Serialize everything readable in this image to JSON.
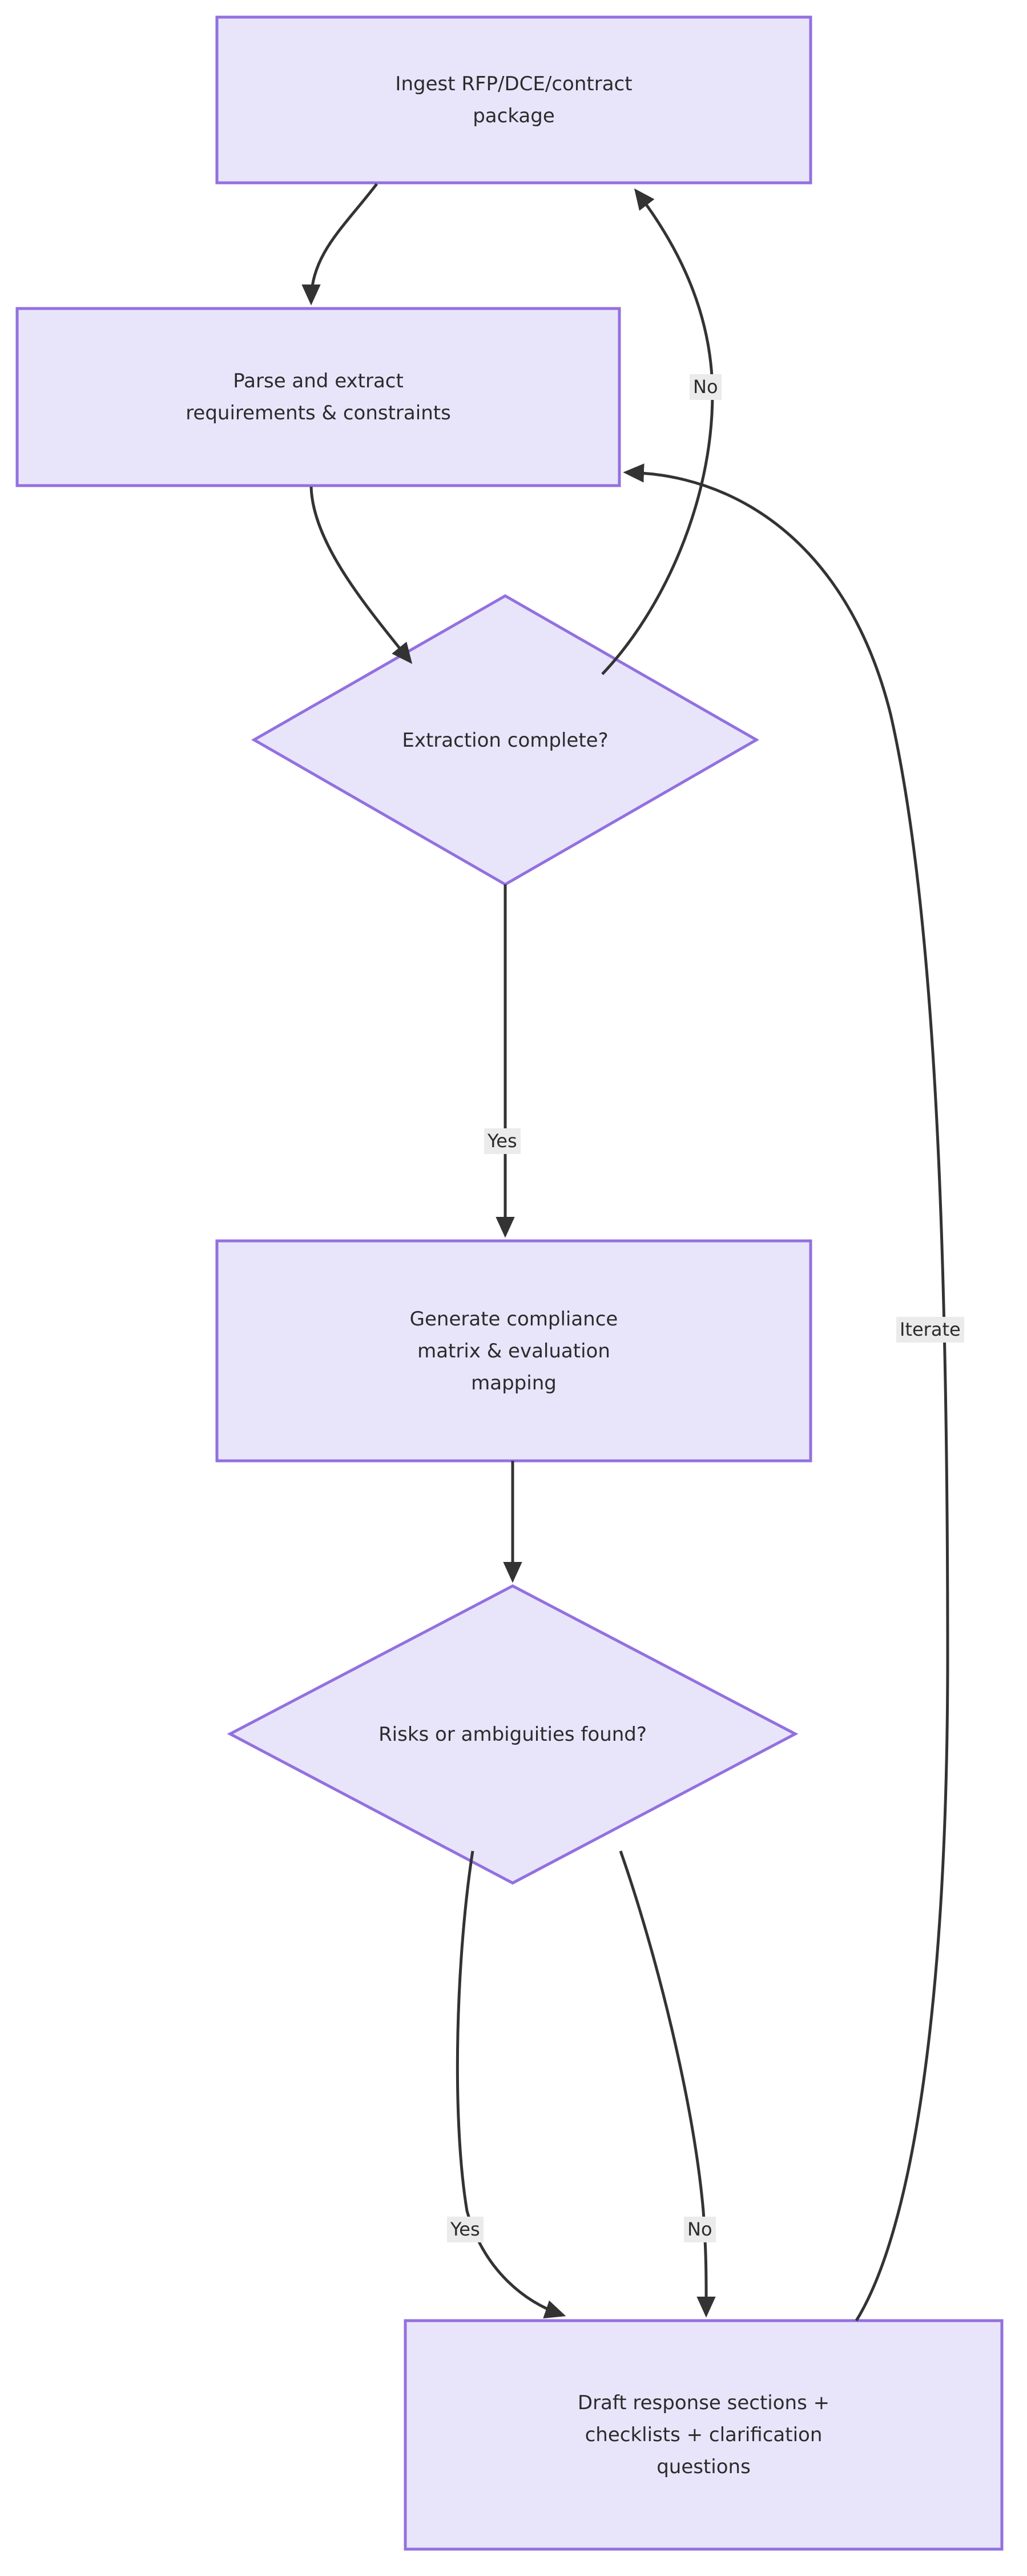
{
  "diagram": {
    "type": "flowchart",
    "direction": "top-to-bottom",
    "theme": {
      "node_fill": "#e8e5fb",
      "node_stroke": "#9370e0",
      "edge_stroke": "#333333",
      "text_color": "#2b2b2b",
      "label_background": "#ebebeb",
      "page_background": "#ffffff"
    },
    "nodes": [
      {
        "id": "ingest",
        "shape": "rect",
        "lines": [
          "Ingest RFP/DCE/contract",
          "package"
        ]
      },
      {
        "id": "parse",
        "shape": "rect",
        "lines": [
          "Parse and extract",
          "requirements & constraints"
        ]
      },
      {
        "id": "extraction_complete",
        "shape": "diamond",
        "lines": [
          "Extraction complete?"
        ]
      },
      {
        "id": "generate",
        "shape": "rect",
        "lines": [
          "Generate compliance",
          "matrix & evaluation",
          "mapping"
        ]
      },
      {
        "id": "risks",
        "shape": "diamond",
        "lines": [
          "Risks or ambiguities found?"
        ]
      },
      {
        "id": "draft",
        "shape": "rect",
        "lines": [
          "Draft response sections +",
          "checklists + clarification",
          "questions"
        ]
      }
    ],
    "edges": [
      {
        "id": "e1",
        "from": "ingest",
        "to": "parse",
        "label": ""
      },
      {
        "id": "e2",
        "from": "parse",
        "to": "extraction_complete",
        "label": ""
      },
      {
        "id": "e3",
        "from": "extraction_complete",
        "to": "ingest",
        "label": "No"
      },
      {
        "id": "e4",
        "from": "extraction_complete",
        "to": "generate",
        "label": "Yes"
      },
      {
        "id": "e5",
        "from": "generate",
        "to": "risks",
        "label": ""
      },
      {
        "id": "e6",
        "from": "risks",
        "to": "draft",
        "label": "Yes"
      },
      {
        "id": "e7",
        "from": "risks",
        "to": "draft",
        "label": "No"
      },
      {
        "id": "e8",
        "from": "draft",
        "to": "parse",
        "label": "Iterate"
      }
    ]
  }
}
